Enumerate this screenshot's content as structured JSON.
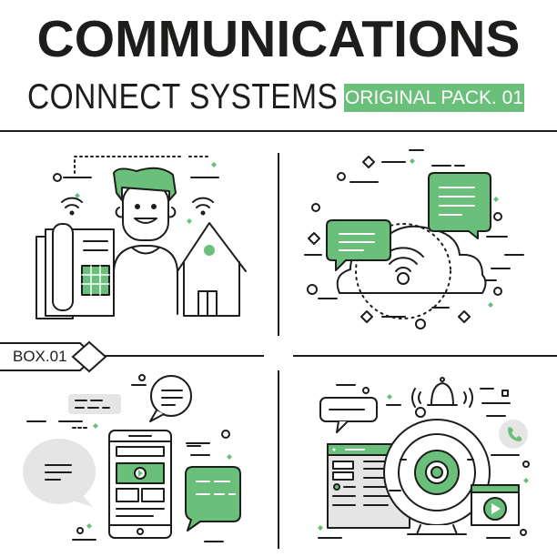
{
  "header": {
    "title": "COMMUNICATIONS",
    "subtitle": "CONNECT SYSTEMS",
    "badge": "ORIGINAL PACK. 01"
  },
  "box_label": "BOX.01",
  "colors": {
    "accent_green": "#6abf7b",
    "dark": "#1d1d1b",
    "light_gray": "#e5e5e5"
  },
  "panels": [
    {
      "id": "panel-1",
      "icons": [
        "person-icon",
        "telephone-icon",
        "house-icon",
        "wifi-icon"
      ]
    },
    {
      "id": "panel-2",
      "icons": [
        "cloud-icon",
        "chat-bubble-icon",
        "wifi-icon"
      ]
    },
    {
      "id": "panel-3",
      "icons": [
        "smartphone-icon",
        "chat-bubble-icon",
        "video-icon"
      ]
    },
    {
      "id": "panel-4",
      "icons": [
        "webcam-icon",
        "bell-icon",
        "phone-icon",
        "browser-window-icon",
        "play-icon"
      ]
    }
  ]
}
